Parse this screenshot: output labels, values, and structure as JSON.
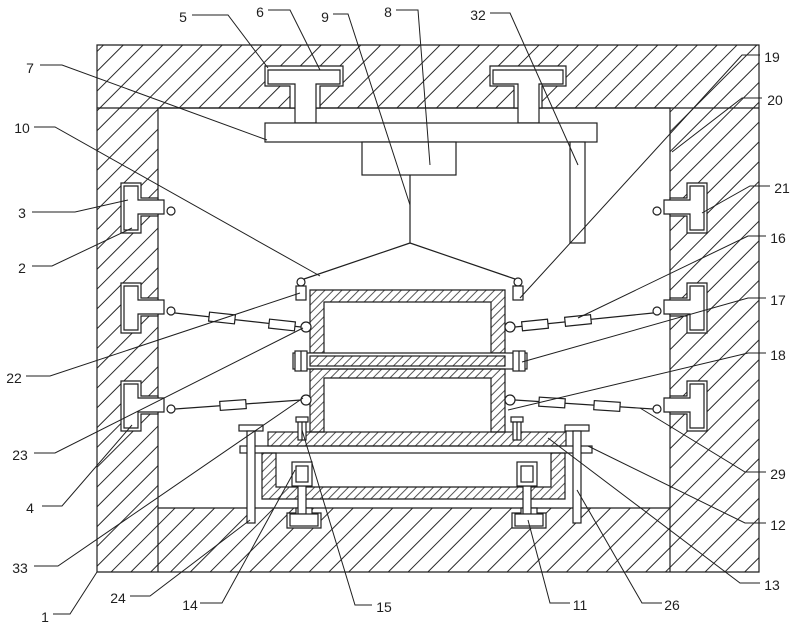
{
  "labels": {
    "n1": "1",
    "n2": "2",
    "n3": "3",
    "n4": "4",
    "n5": "5",
    "n6": "6",
    "n7": "7",
    "n8": "8",
    "n9": "9",
    "n10": "10",
    "n11": "11",
    "n12": "12",
    "n13": "13",
    "n14": "14",
    "n15": "15",
    "n16": "16",
    "n17": "17",
    "n18": "18",
    "n19": "19",
    "n20": "20",
    "n21": "21",
    "n22": "22",
    "n23": "23",
    "n24": "24",
    "n26": "26",
    "n29": "29",
    "n32": "32",
    "n33": "33"
  },
  "colors": {
    "line": "#1f1f1f",
    "background": "#ffffff"
  }
}
